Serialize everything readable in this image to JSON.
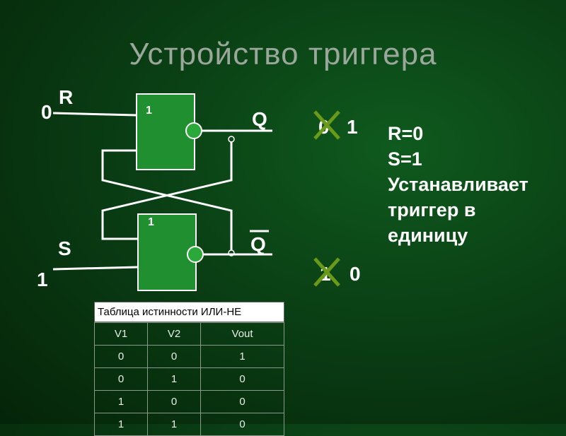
{
  "title": "Устройство триггера",
  "inputs": {
    "r_label": "R",
    "r_value": "0",
    "s_label": "S",
    "s_value": "1"
  },
  "gates": {
    "top_label": "1",
    "bottom_label": "1"
  },
  "outputs": {
    "q_label": "Q",
    "qbar_label": "Q",
    "q_old": "0",
    "q_new": "1",
    "qbar_old": "1",
    "qbar_new": "0"
  },
  "description": {
    "line1": "R=0",
    "line2": "S=1",
    "line3": "Устанавливает",
    "line4": "триггер в",
    "line5": "единицу"
  },
  "truth_table": {
    "caption": "Таблица истинности ИЛИ-НЕ",
    "headers": [
      "V1",
      "V2",
      "Vout"
    ],
    "rows": [
      [
        "0",
        "0",
        "1"
      ],
      [
        "0",
        "1",
        "0"
      ],
      [
        "1",
        "0",
        "0"
      ],
      [
        "1",
        "1",
        "0"
      ]
    ]
  },
  "colors": {
    "gate_fill": "#1f8f2f",
    "cross": "#6a9a1a",
    "wire": "#ffffff"
  }
}
